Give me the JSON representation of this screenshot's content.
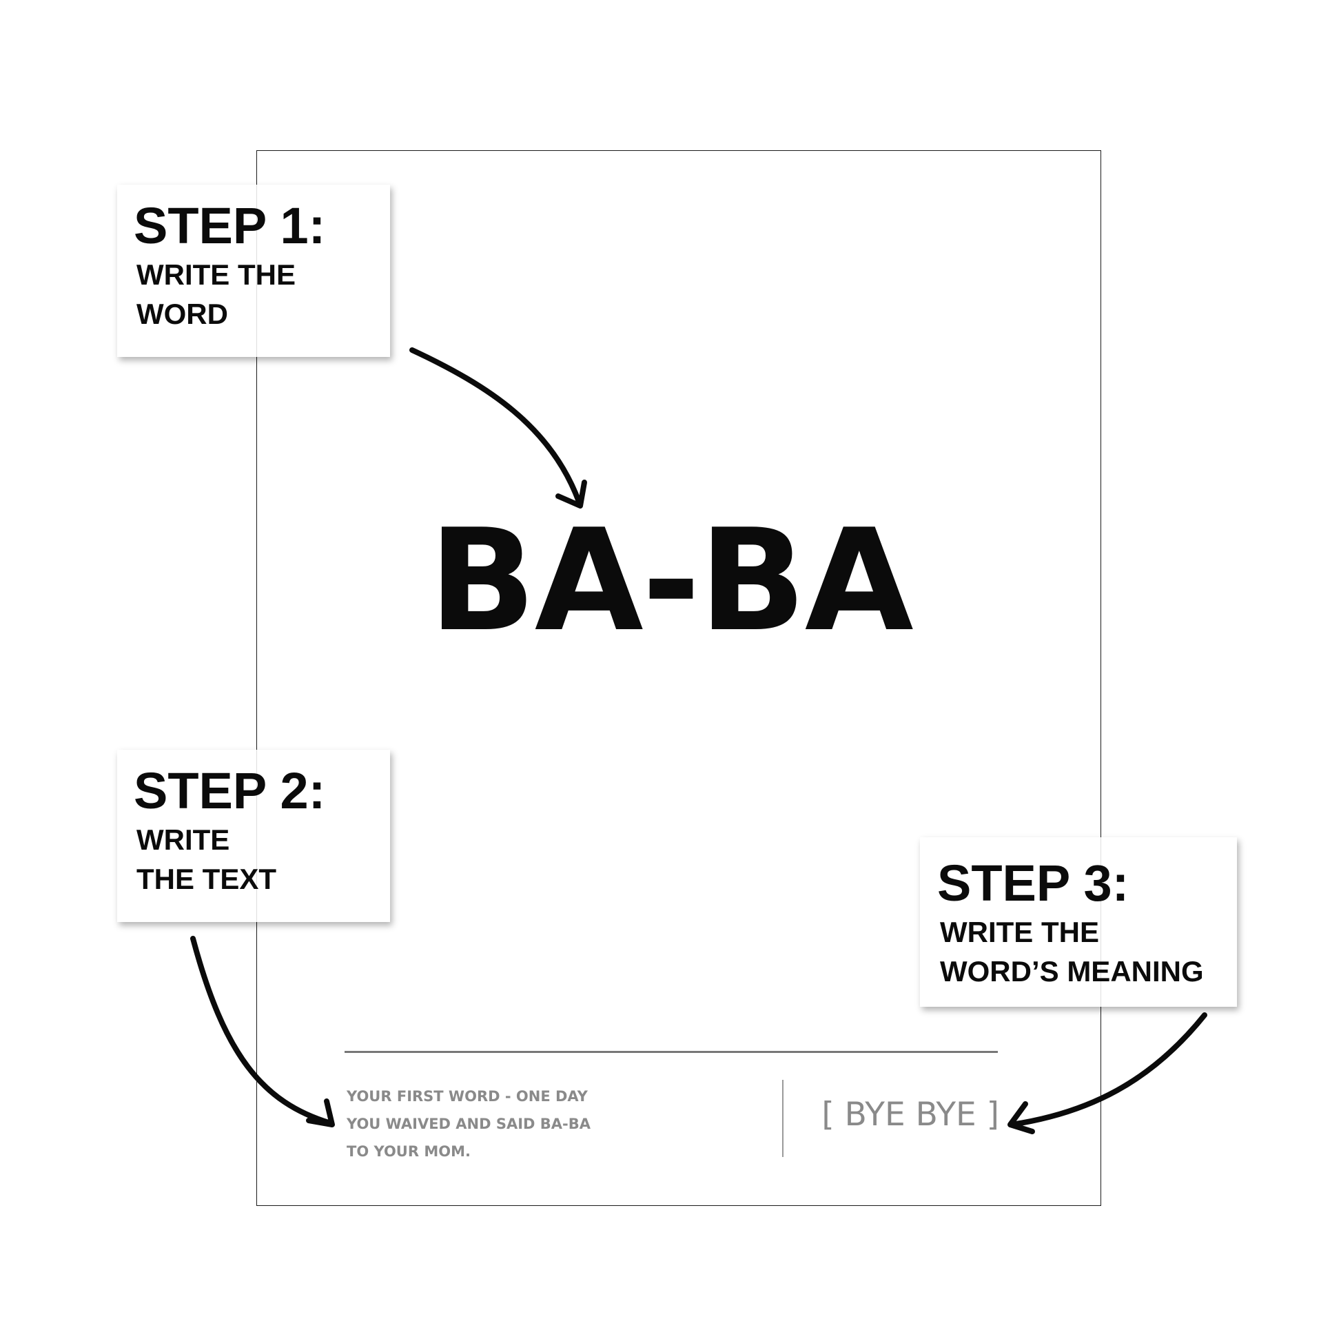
{
  "poster": {
    "word": "BA-BA",
    "text_lines": [
      "YOUR FIRST WORD - ONE DAY",
      "YOU WAIVED AND SAID BA-BA",
      "TO YOUR MOM."
    ],
    "meaning": "[ BYE BYE ]"
  },
  "steps": [
    {
      "title": "STEP 1:",
      "lines": [
        "WRITE THE",
        "WORD"
      ]
    },
    {
      "title": "STEP 2:",
      "lines": [
        "WRITE",
        "THE TEXT"
      ]
    },
    {
      "title": "STEP 3:",
      "lines": [
        "WRITE THE",
        "WORD’S MEANING"
      ]
    }
  ],
  "colors": {
    "ink": "#0b0b0b",
    "footer_gray": "#8a8a8a",
    "background": "#ffffff"
  }
}
